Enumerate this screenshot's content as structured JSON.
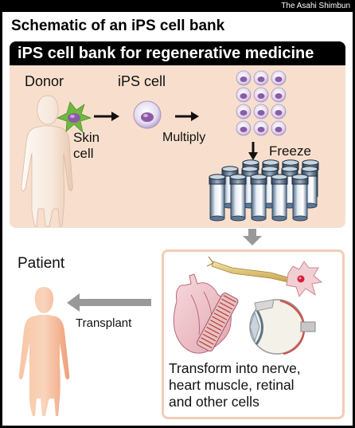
{
  "credit": "The Asahi Shimbun",
  "title": "Schematic of an iPS cell bank",
  "bank": {
    "header": "iPS cell bank for regenerative medicine",
    "donor_label": "Donor",
    "skin_cell_label_line1": "Skin",
    "skin_cell_label_line2": "cell",
    "ips_cell_label": "iPS cell",
    "multiply_label": "Multiply",
    "freeze_label": "Freeze"
  },
  "patient_label": "Patient",
  "transplant_label": "Transplant",
  "transform": {
    "line1": "Transform into nerve,",
    "line2": "heart muscle, retinal",
    "line3": "and other cells"
  },
  "colors": {
    "panel_fill": "#f8dfcd",
    "panel_border": "#f3cdb5",
    "header_bg": "#000000",
    "arrow_gray": "#999999",
    "cell_purple": "#8d5aa6",
    "skin_green": "#6fb83f"
  },
  "icons": [
    "donor-silhouette-icon",
    "skin-cell-icon",
    "ips-cell-icon",
    "cell-grid-icon",
    "tube-rack-icon",
    "patient-silhouette-icon",
    "heart-icon",
    "nerve-cell-icon",
    "eye-icon"
  ]
}
